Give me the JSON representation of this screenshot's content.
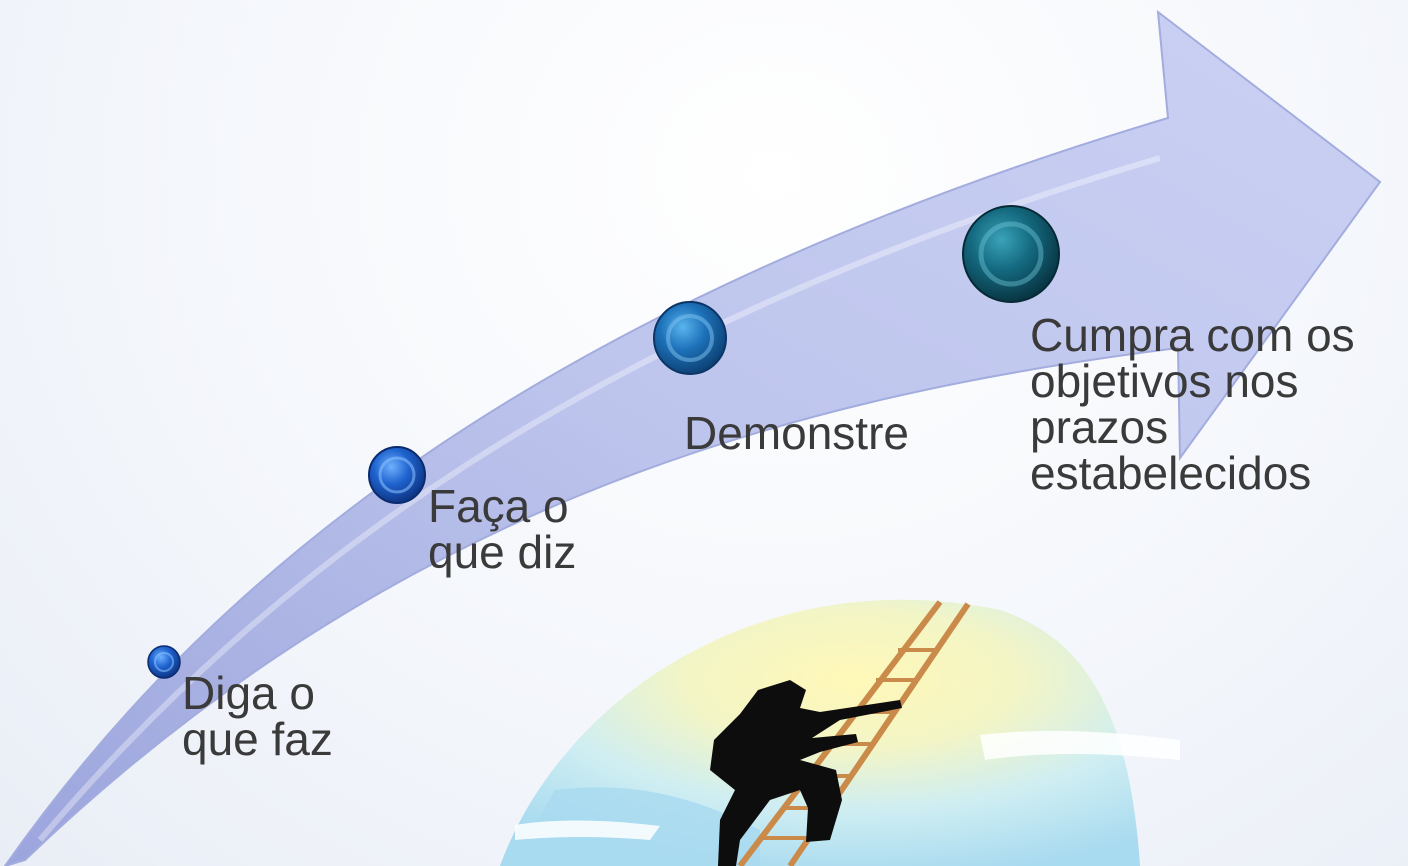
{
  "steps": [
    {
      "line1": "Diga o",
      "line2": "que faz"
    },
    {
      "line1": "Faça o",
      "line2": "que diz"
    },
    {
      "line1": "Demonstre"
    },
    {
      "line1": "Cumpra com os",
      "line2": "objetivos nos",
      "line3": "prazos",
      "line4": "estabelecidos"
    }
  ],
  "colors": {
    "arrow_fill": "#b4bde8",
    "arrow_edge": "#9aa5dc",
    "dot_blue": "#1d5fc4",
    "dot_teal": "#13607a",
    "text": "#3a3a3a"
  },
  "illustration": {
    "icon": "man-climbing-ladder-icon"
  }
}
